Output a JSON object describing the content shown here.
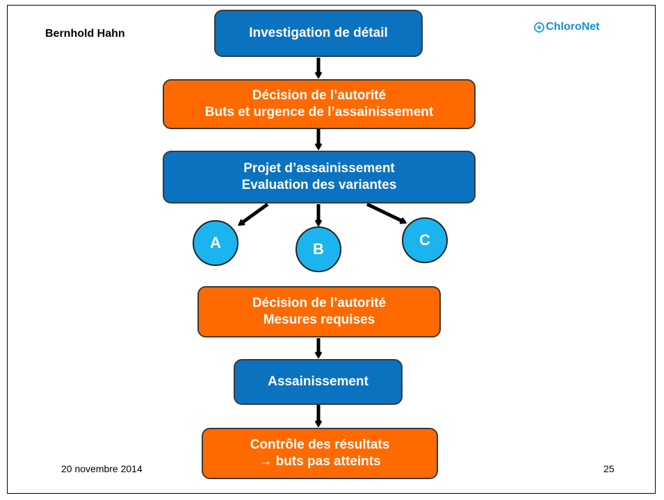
{
  "header": {
    "author": "Bernhold Hahn",
    "logo_text": "ChloroNet"
  },
  "flow": {
    "step1": {
      "lines": [
        "Investigation de détail"
      ]
    },
    "step2": {
      "lines": [
        "Décision de l’autorité",
        "Buts et urgence de l’assainissement"
      ]
    },
    "step3": {
      "lines": [
        "Projet d’assainissement",
        "Evaluation des variantes"
      ]
    },
    "variants": [
      "A",
      "B",
      "C"
    ],
    "step4": {
      "lines": [
        "Décision de l’autorité",
        "Mesures requises"
      ]
    },
    "step5": {
      "lines": [
        "Assainissement"
      ]
    },
    "step6": {
      "lines": [
        "Contrôle des résultats",
        "→  buts pas atteints"
      ]
    }
  },
  "footer": {
    "date": "20 novembre 2014",
    "page_number": "25"
  },
  "colors": {
    "blue": "#0b72c0",
    "orange": "#ff6a00",
    "circle": "#1bb4ee"
  }
}
